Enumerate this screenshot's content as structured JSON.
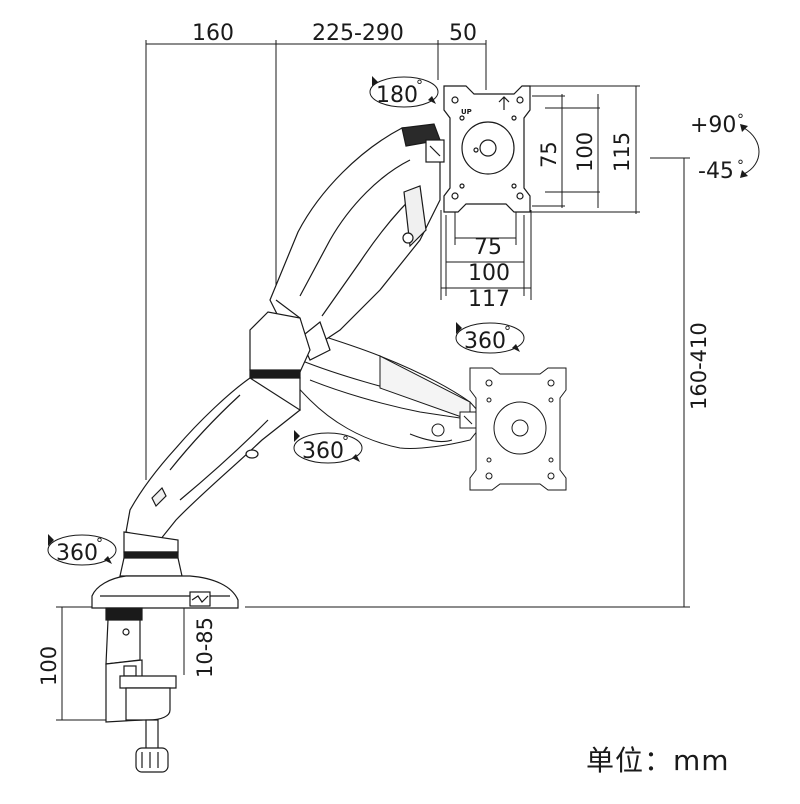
{
  "dimensions": {
    "top": {
      "base_offset": "160",
      "arm_reach": "225-290",
      "plate_offset": "50"
    },
    "vesa_vertical": {
      "inner": "75",
      "middle": "100",
      "outer": "115"
    },
    "vesa_horizontal": {
      "inner": "75",
      "middle": "100",
      "outer": "117"
    },
    "height_range": "160-410",
    "clamp_height": "100",
    "desk_thickness": "10-85"
  },
  "rotations": {
    "head": "180",
    "plate": "360",
    "elbow": "360",
    "base": "360",
    "tilt_up": "+90",
    "tilt_down": "-45",
    "degree_symbol": "°"
  },
  "plate_marking": "UP",
  "unit_label": "单位：mm",
  "colors": {
    "line": "#1a1a1a",
    "arm_fill": "#ffffff",
    "ghost": "#8a8a8a",
    "shade": "#2a2a2a"
  }
}
